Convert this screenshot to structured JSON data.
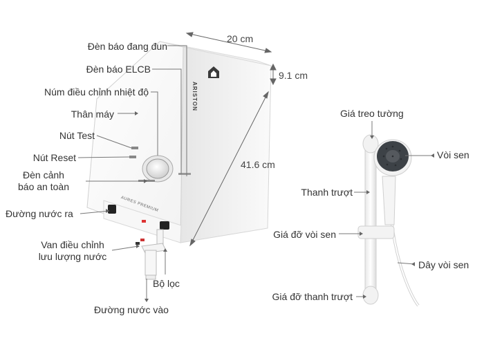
{
  "product": {
    "brand": "ARISTON",
    "model": "AURES PREMIUM"
  },
  "dimensions": {
    "width": "20 cm",
    "depth": "9.1 cm",
    "height": "41.6 cm"
  },
  "heater_labels": {
    "heating_indicator": "Đèn báo đang đun",
    "elcb_indicator": "Đèn báo ELCB",
    "temp_knob": "Núm điều chỉnh nhiệt độ",
    "body": "Thân máy",
    "test_button": "Nút Test",
    "reset_button": "Nút Reset",
    "safety_light_line1": "Đèn cảnh",
    "safety_light_line2": "báo an toàn",
    "water_outlet": "Đường nước ra",
    "flow_valve_line1": "Van điều chỉnh",
    "flow_valve_line2": "lưu lượng nước",
    "filter": "Bộ lọc",
    "water_inlet": "Đường nước vào"
  },
  "shower_labels": {
    "wall_mount": "Giá treo tường",
    "shower_head": "Vòi sen",
    "slide_bar": "Thanh trượt",
    "head_holder": "Giá đỡ vòi sen",
    "hose": "Dây vòi sen",
    "bar_holder": "Giá đỡ thanh trượt"
  },
  "colors": {
    "line": "#777777",
    "body_fill": "#ffffff",
    "body_stroke": "#d6d6d6",
    "side_fill": "#eeeeee",
    "shower_head_dark": "#3d4247",
    "arrow": "#666666"
  }
}
